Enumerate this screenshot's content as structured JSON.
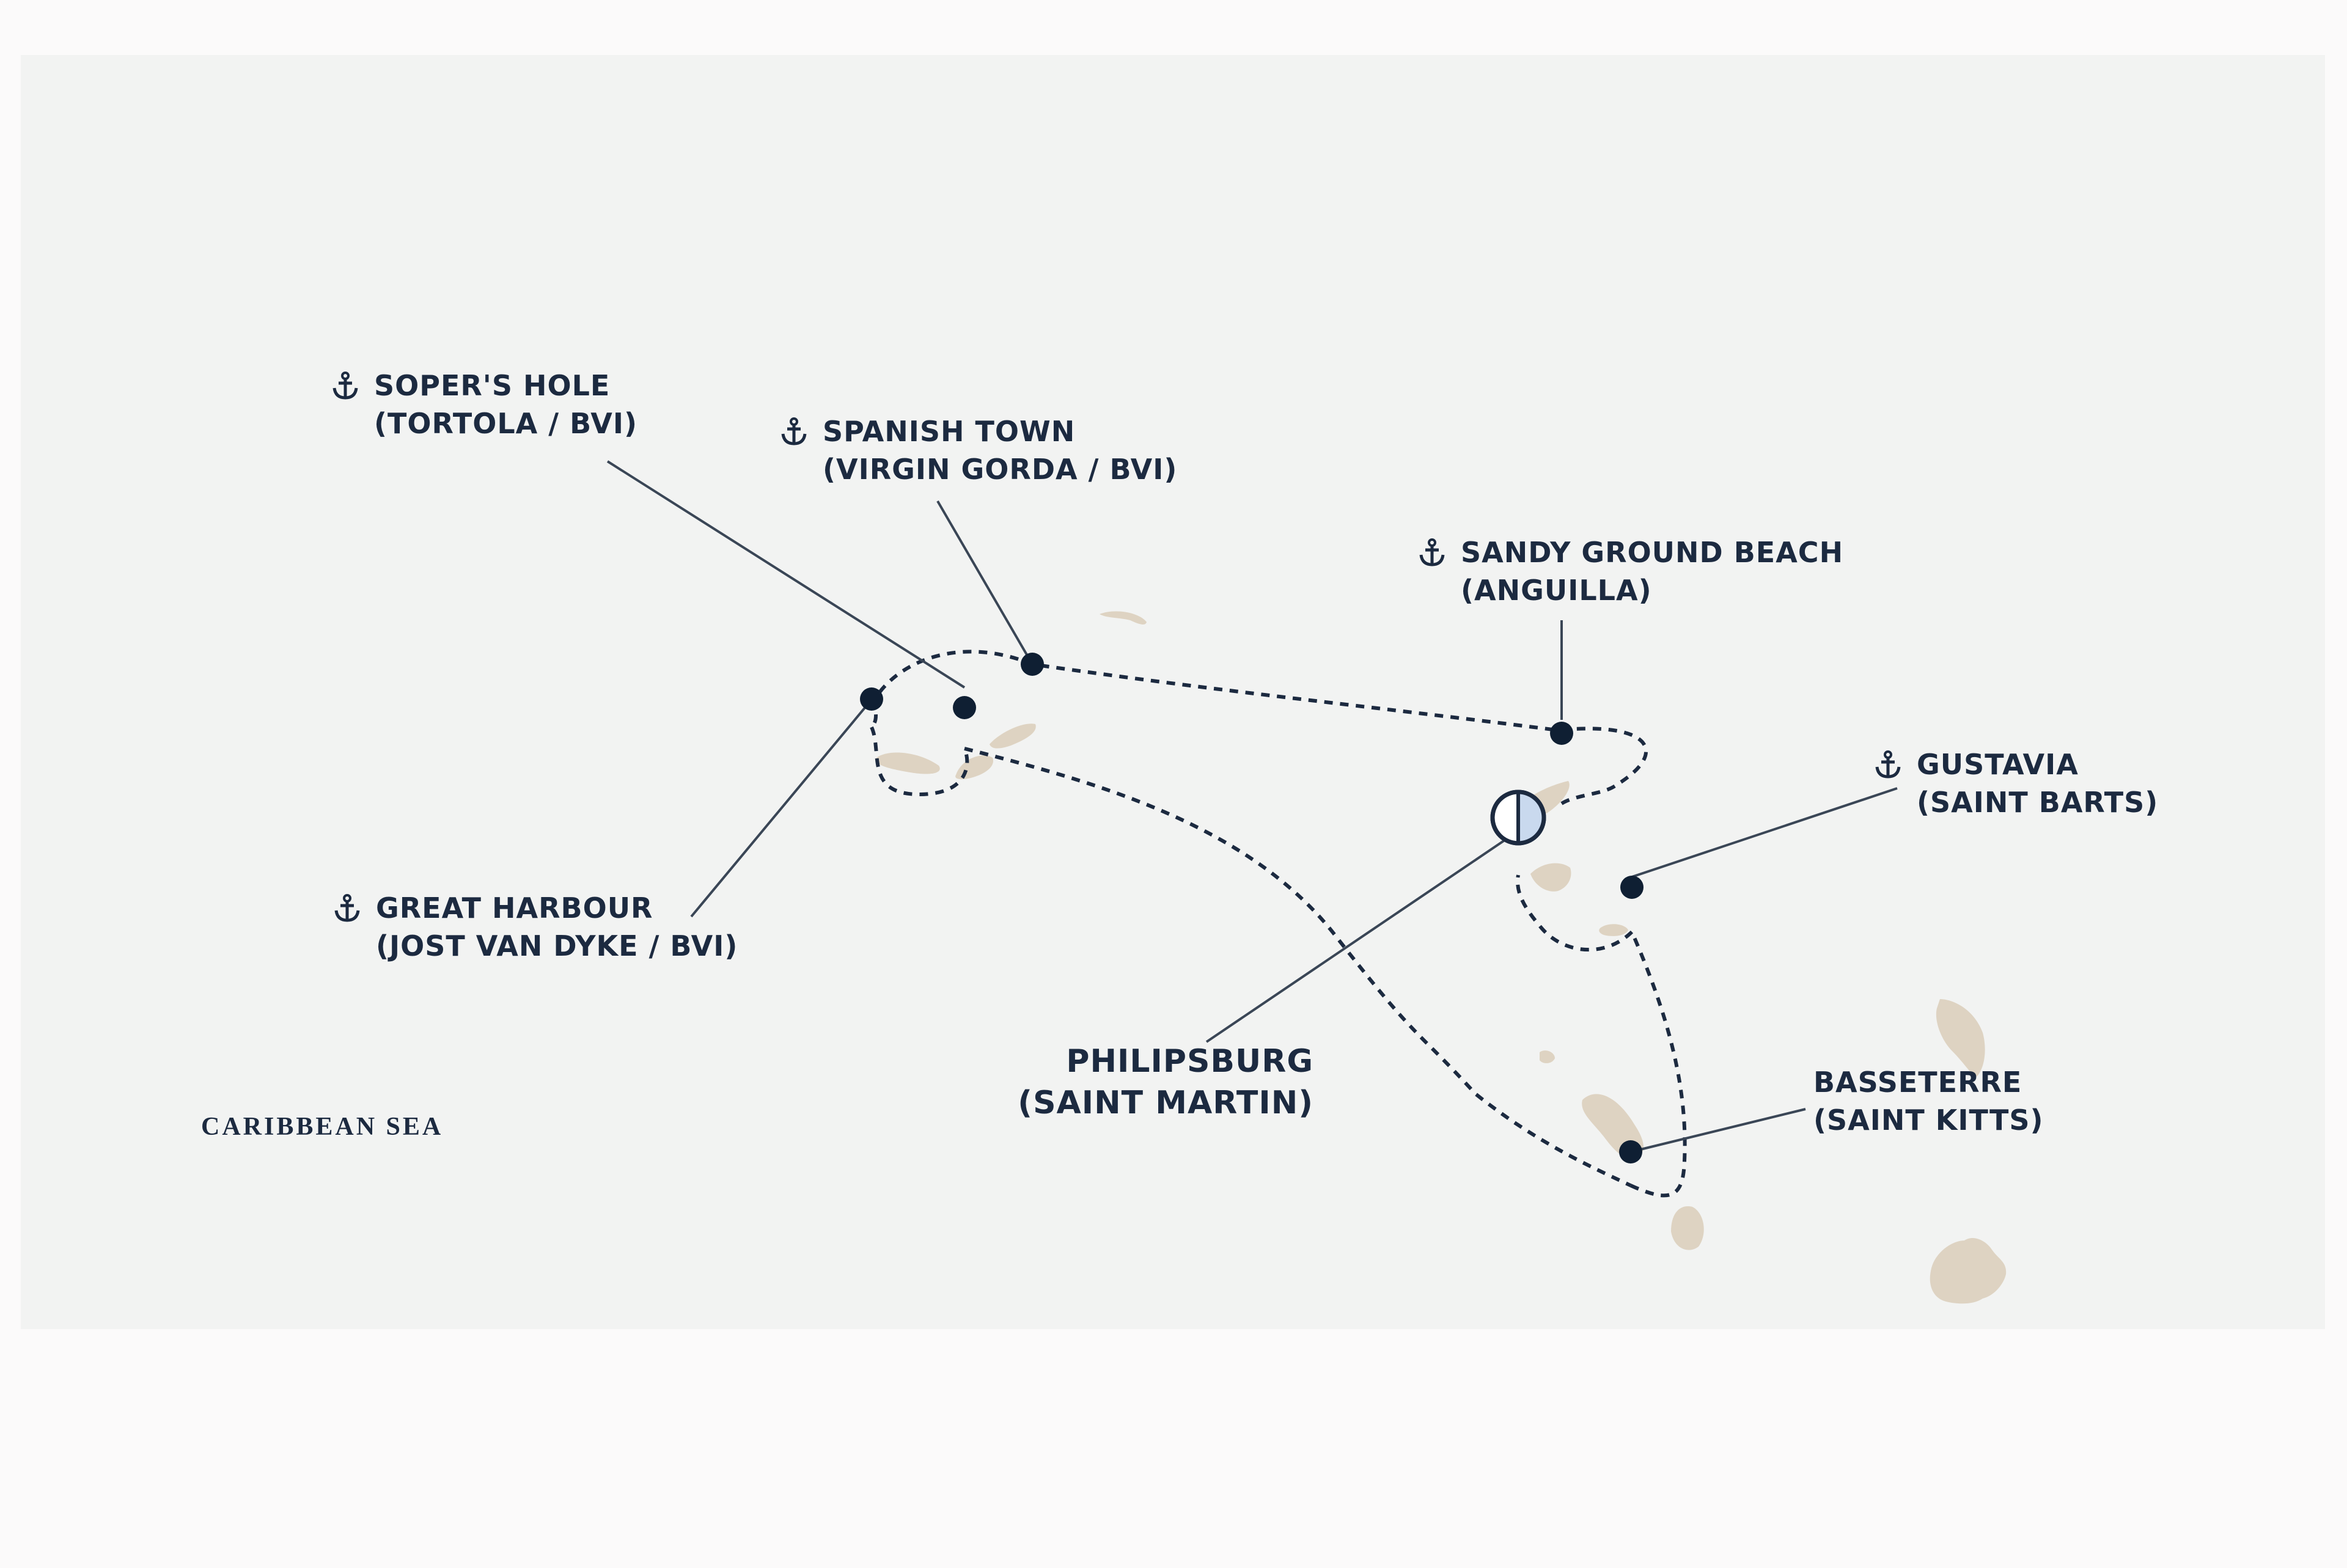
{
  "map": {
    "sea_label": "CARIBBEAN SEA",
    "colors": {
      "sea": "#f2f3f2",
      "land": "#ded3c2",
      "route": "#1c2a40",
      "port_dot": "#0f1f33",
      "embark_marker_fill": "#c9d9ee"
    },
    "ports": [
      {
        "id": "sopers-hole",
        "name": "SOPER'S HOLE",
        "region": "(TORTOLA / BVI)",
        "icon": "anchor-icon"
      },
      {
        "id": "spanish-town",
        "name": "SPANISH TOWN",
        "region": "(VIRGIN GORDA / BVI)",
        "icon": "anchor-icon"
      },
      {
        "id": "sandy-ground",
        "name": "SANDY GROUND BEACH",
        "region": "(ANGUILLA)",
        "icon": "anchor-icon"
      },
      {
        "id": "gustavia",
        "name": "GUSTAVIA",
        "region": "(SAINT BARTS)",
        "icon": "anchor-icon"
      },
      {
        "id": "great-harbour",
        "name": "GREAT HARBOUR",
        "region": "(JOST VAN DYKE / BVI)",
        "icon": "anchor-icon"
      },
      {
        "id": "basseterre",
        "name": "BASSETERRE",
        "region": "(SAINT KITTS)",
        "icon": ""
      },
      {
        "id": "philipsburg",
        "name": "PHILIPSBURG",
        "region": "(SAINT MARTIN)",
        "icon": "embark-marker-icon"
      }
    ]
  }
}
